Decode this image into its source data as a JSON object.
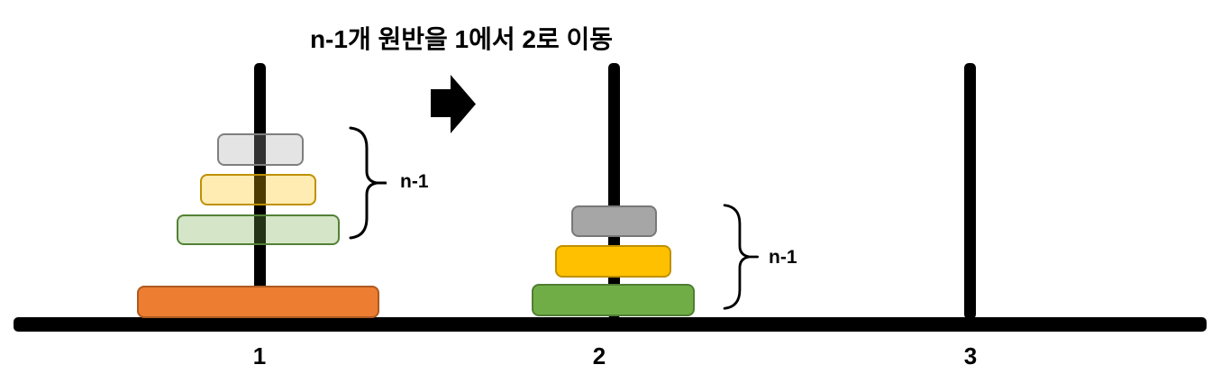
{
  "title": {
    "text": "n-1개 원반을 1에서 2로 이동"
  },
  "annotations": {
    "brace_left_label": "n-1",
    "brace_right_label": "n-1"
  },
  "pegs": [
    {
      "label": "1"
    },
    {
      "label": "2"
    },
    {
      "label": "3"
    }
  ],
  "colors": {
    "background": "#ffffff",
    "text": "#000000",
    "peg": "#000000",
    "base": "#000000",
    "arrow": "#000000",
    "brace": "#000000"
  },
  "towers": {
    "tower1": {
      "ghost_disks": [
        {
          "name": "small-gray-ghost",
          "fill": "rgba(166,166,166,0.3)",
          "border": "#7f7f7f"
        },
        {
          "name": "medium-yellow-ghost",
          "fill": "rgba(255,192,0,0.3)",
          "border": "#bf9000"
        },
        {
          "name": "large-green-ghost",
          "fill": "rgba(112,173,71,0.3)",
          "border": "#538135"
        }
      ],
      "solid_disks": [
        {
          "name": "largest-orange",
          "fill": "#ed7d31",
          "border": "#ae5a21"
        }
      ]
    },
    "tower2": {
      "solid_disks": [
        {
          "name": "small-gray",
          "fill": "#a6a6a6",
          "border": "#787878"
        },
        {
          "name": "medium-yellow",
          "fill": "#ffc000",
          "border": "#bf9000"
        },
        {
          "name": "large-green",
          "fill": "#70ad47",
          "border": "#507e32"
        }
      ]
    }
  }
}
